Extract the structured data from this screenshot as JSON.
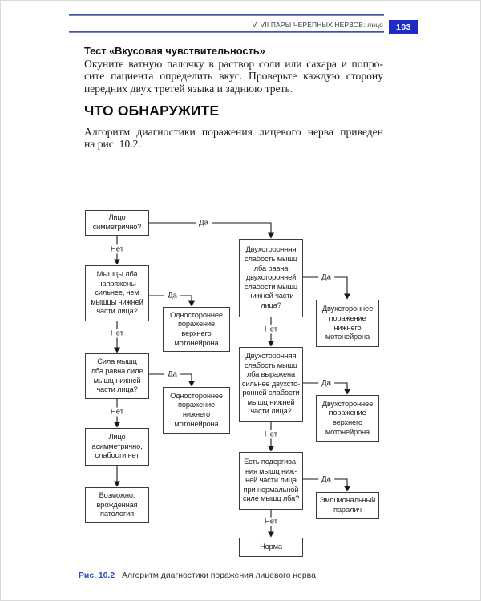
{
  "header": {
    "title": "V, VII ПАРЫ ЧЕРЕПНЫХ НЕРВОВ: лицо",
    "page_number": "103"
  },
  "article": {
    "test_title": "Тест «Вкусовая чувствительность»",
    "test_paragraph_lines": [
      "Окуните ватную палочку в раствор соли или сахара и попро-",
      "сите пациента определить вкус. Проверьте каждую сторону",
      "передних двух третей языка и заднюю треть."
    ],
    "findings_heading": "ЧТО ОБНАРУЖИТЕ",
    "findings_paragraph_lines": [
      "Алгоритм диагностики поражения лицевого нерва приведен",
      "на рис. 10.2."
    ]
  },
  "flowchart": {
    "type": "decision-flowchart",
    "edge_labels": {
      "yes": "Да",
      "no": "Нет"
    },
    "nodes": {
      "face_symmetric": "Лицо\nсимметрично?",
      "forehead_stronger": "Мышцы лба\nнапряжены\nсильнее, чем\nмышцы нижней\nчасти лица?",
      "forehead_equal": "Сила мышц\nлба равна силе\nмышц нижней\nчасти лица?",
      "asymmetric_no_weakness": "Лицо\nасимметрично,\nслабости нет",
      "congenital_pathology": "Возможно,\nврожденная\nпатология",
      "unilateral_upper_motor": "Одностороннее\nпоражение\nверхнего\nмотонейрона",
      "unilateral_lower_motor": "Одностороннее\nпоражение\nнижнего\nмотонейрона",
      "bilateral_equal": "Двухсторонняя\nслабость мышц\nлба равна\nдвухсторонней\nслабости мышц\nнижней части\nлица?",
      "bilateral_forehead_stronger": "Двухсторонняя\nслабость мышц\nлба выражена\nсильнее двухсто-\nронней слабости\nмышц нижней\nчасти лица?",
      "twitching_lower_face": "Есть подергива-\nния мышц ниж-\nней части лица\nпри нормальной\nсиле мышц лба?",
      "bilateral_lower_motor": "Двухстороннее\nпоражение\nнижнего\nмотонейрона",
      "bilateral_upper_motor": "Двухстороннее\nпоражение\nверхнего\nмотонейрона",
      "emotional_paralysis": "Эмоциональный\nпаралич",
      "norm": "Норма"
    }
  },
  "figure_caption": {
    "label": "Рис. 10.2",
    "text": "Алгоритм диагностики поражения лицевого нерва"
  },
  "colors": {
    "accent_blue": "#1e2bc4",
    "rule_blue": "#2b3a95",
    "caption_blue": "#2a4cc0",
    "text": "#1c1c1c"
  }
}
